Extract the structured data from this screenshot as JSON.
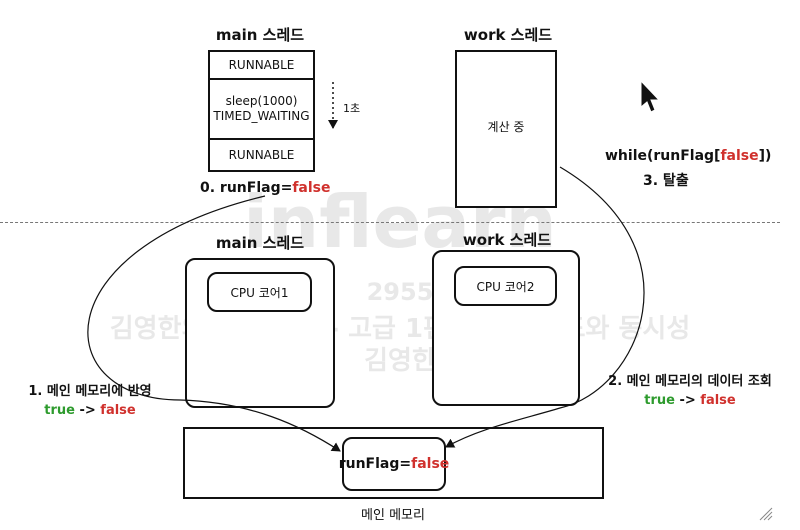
{
  "top": {
    "main_title": "main 스레드",
    "work_title": "work 스레드",
    "main_states": [
      "RUNNABLE",
      "sleep(1000)",
      "TIMED_WAITING",
      "RUNNABLE"
    ],
    "sleep_duration": "1초",
    "work_state": "계산 중",
    "runflag_prefix": "0. runFlag=",
    "runflag_value": "false",
    "while_prefix": "while(runFlag[",
    "while_value": "false",
    "while_suffix": "])",
    "exit_label": "3. 탈출"
  },
  "bottom": {
    "main_title": "main 스레드",
    "work_title": "work 스레드",
    "core1": "CPU 코어1",
    "core2": "CPU 코어2",
    "step1_label": "1. 메인 메모리에 반영",
    "step1_from": "true",
    "step1_arrow": "->",
    "step1_to": "false",
    "step2_label": "2. 메인 메모리의 데이터 조회",
    "step2_from": "true",
    "step2_arrow": "->",
    "step2_to": "false",
    "memory_var_prefix": "runFlag=",
    "memory_var_value": "false",
    "memory_label": "메인 메모리"
  },
  "watermark": {
    "brand": "inflearn",
    "number": "2955",
    "course": "김영한의 실전 자바 - 고급 1편, 멀티스레드와 동시성",
    "author": "김영한"
  },
  "colors": {
    "false": "#d0312d",
    "true": "#2e9b2e"
  },
  "icons": [
    "mouse-cursor-icon",
    "resize-grip-icon"
  ]
}
